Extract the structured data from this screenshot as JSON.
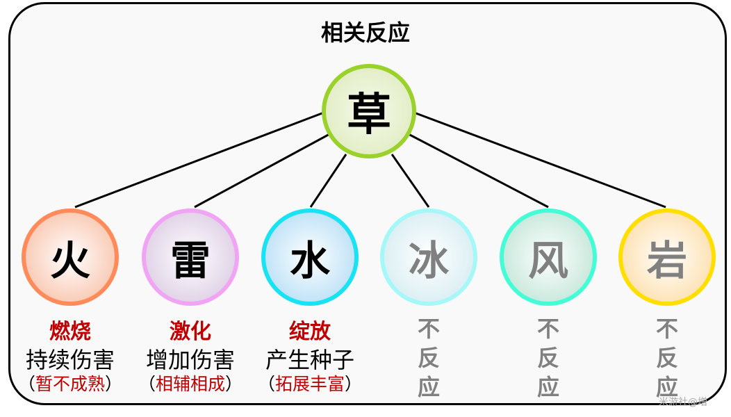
{
  "title": "相关反应",
  "center": {
    "label": "草",
    "color": "#9ad12a"
  },
  "elements": [
    {
      "label": "火",
      "border": "#ff8a5a",
      "fill": "#f7b89c",
      "text_color": "#000000",
      "reaction": "燃烧",
      "effect": "持续伤害",
      "note_open": "（",
      "note": "暂不成熟",
      "note_close": "）"
    },
    {
      "label": "雷",
      "border": "#f2a4f4",
      "fill": "#d5c3de",
      "text_color": "#000000",
      "reaction": "激化",
      "effect": "增加伤害",
      "note_open": "（",
      "note": "相辅相成",
      "note_close": "）"
    },
    {
      "label": "水",
      "border": "#19e3f2",
      "fill": "#a9d8f4",
      "text_color": "#000000",
      "reaction": "绽放",
      "effect": "产生种子",
      "note_open": "（",
      "note": "拓展丰富",
      "note_close": "）"
    },
    {
      "label": "冰",
      "border": "#a6f8f8",
      "fill": "#cfe9ef",
      "text_color": "#808080",
      "no_reaction": [
        "不",
        "反",
        "应"
      ]
    },
    {
      "label": "风",
      "border": "#44fdd6",
      "fill": "#b6e0d0",
      "text_color": "#808080",
      "no_reaction": [
        "不",
        "反",
        "应"
      ]
    },
    {
      "label": "岩",
      "border": "#ffde00",
      "fill": "#fcd89a",
      "text_color": "#808080",
      "no_reaction": [
        "不",
        "反",
        "应"
      ]
    }
  ],
  "watermark": "米游社@増"
}
